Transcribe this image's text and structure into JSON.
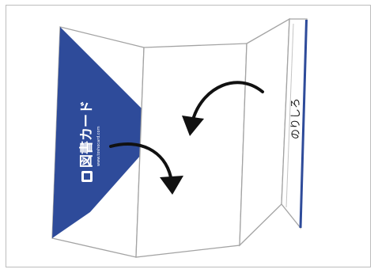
{
  "card": {
    "logo_title": "図書カード",
    "logo_subtitle": "www.toshocard.com"
  },
  "fold": {
    "glue_label": "のりしろ"
  },
  "colors": {
    "card_blue": "#2e4b9a",
    "stroke": "#9a9a9a",
    "arrow": "#111111"
  }
}
